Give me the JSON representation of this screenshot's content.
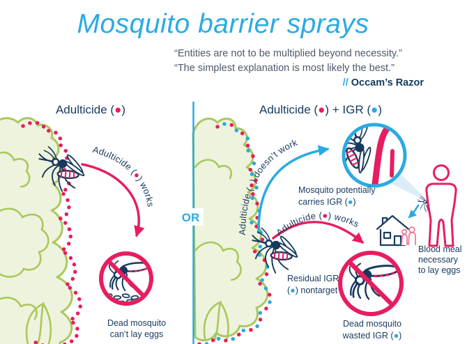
{
  "colors": {
    "accent_cyan": "#29abe2",
    "accent_red": "#e71d5f",
    "navy_text": "#1a3c60",
    "bush_green": "#a9c85c"
  },
  "header": {
    "title": "Mosquito barrier sprays",
    "quote1": "“Entities are not to be multiplied beyond necessity.”",
    "quote2": "“The simplest explanation is most likely the best.”",
    "attr_slashes": "// ",
    "attr_name": "Occam’s Razor"
  },
  "or_label": "OR",
  "left": {
    "heading_pre": "Adulticide (",
    "heading_dot": "●",
    "heading_post": ")",
    "arrow_pre": "Adulticide (",
    "arrow_dot": "●",
    "arrow_post": ") works",
    "result1": "Dead mosquito",
    "result2": "can’t lay eggs"
  },
  "right": {
    "heading_pre": "Adulticide (",
    "heading_dot1": "●",
    "heading_mid": ") + IGR (",
    "heading_dot2": "●",
    "heading_post": ")",
    "blue_arrow_pre": "Adulticide (",
    "blue_arrow_dot": "●",
    "blue_arrow_post": ") doesn’t work",
    "red_arrow_pre": "Adulticide (",
    "red_arrow_dot": "●",
    "red_arrow_post": ") works",
    "carrier1": "Mosquito potentially",
    "carrier2_pre": "carries IGR (",
    "carrier_dot": "●",
    "carrier2_post": ")",
    "residual1": "Residual IGR",
    "residual2_pre": "(",
    "residual_dot": "●",
    "residual2_post": ") nontarget",
    "result1": "Dead mosquito",
    "result2_pre": "wasted IGR (",
    "result_dot": "●",
    "result2_post": ")",
    "blood1": "Blood meal",
    "blood2": "necessary",
    "blood3": "to lay eggs"
  }
}
